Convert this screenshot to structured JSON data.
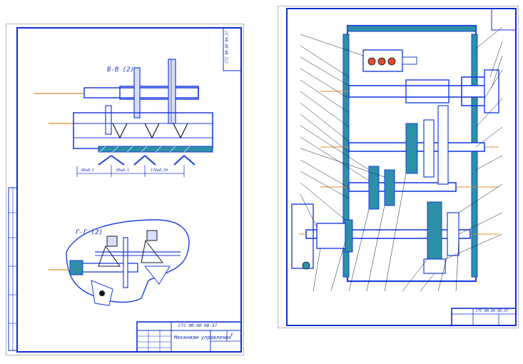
{
  "left_sheet": {
    "section_top_label": "В-В (2)",
    "section_bottom_label": "Г-Г (2)",
    "dim_1": "96±0,1",
    "dim_2": "95±0,1",
    "dim_3": "174±0,34",
    "title_block_code": "СТС 00.00 00.37",
    "title_block_name": "Механизм управления",
    "title_block_stage": "У",
    "side_stamp_code": "СТС 00.00 00.37"
  },
  "right_sheet": {
    "title_block_code": "СТС 00.00 00.37"
  },
  "colors": {
    "frame": "#0a2fd4",
    "part": "#1b3fe0",
    "axis": "#e08a2a",
    "section_fill": "#2d8fa8",
    "detail_dark": "#101828",
    "label": "#1030c8"
  }
}
